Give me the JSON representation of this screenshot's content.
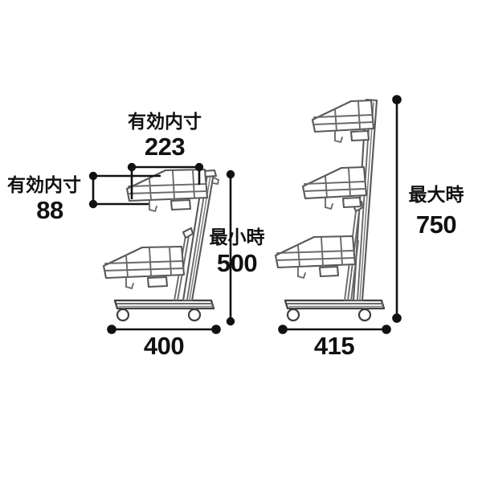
{
  "drawing": {
    "title": "product-dimension-drawing",
    "background_color": "#ffffff",
    "line_color": "#111111",
    "product_outline_color": "#58585a",
    "views": [
      {
        "name": "left-view-minimum-height",
        "description": "side view of two-tier rolling display rack at lowest setting"
      },
      {
        "name": "right-view-maximum-height",
        "description": "side view of three-tier rolling display rack at highest setting"
      }
    ]
  },
  "dimensions": {
    "inner_width": {
      "label": "有効内寸",
      "value": "223"
    },
    "inner_height": {
      "label": "有効内寸",
      "value": "88"
    },
    "min_height": {
      "label": "最小時",
      "value": "500"
    },
    "max_height": {
      "label": "最大時",
      "value": "750"
    },
    "base_width_left": {
      "label": "",
      "value": "400"
    },
    "base_width_right": {
      "label": "",
      "value": "415"
    }
  }
}
